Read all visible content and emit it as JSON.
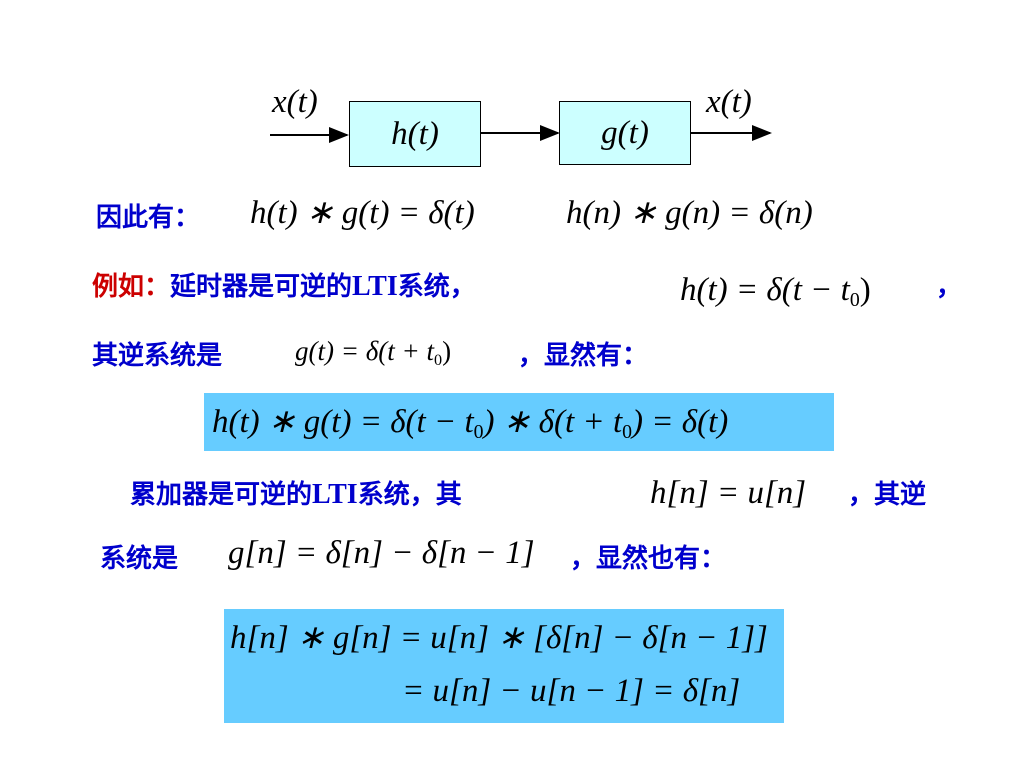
{
  "diagram": {
    "input_label": "x(t)",
    "output_label": "x(t)",
    "block1": "h(t)",
    "block2": "g(t)"
  },
  "line1": {
    "prefix": "因此有：",
    "eq1": "h(t) ∗ g(t) = δ(t)",
    "eq2": "h(n) ∗ g(n) = δ(n)"
  },
  "line2": {
    "example_label": "例如：",
    "text": "延时器是可逆的",
    "lti": "LTI",
    "text2": "系统，",
    "eq": "h(t) = δ(t − t",
    "sub": "0",
    "eq_end": ")",
    "comma": "，"
  },
  "line3": {
    "text": "其逆系统是",
    "eq": "g(t) = δ(t + t",
    "sub": "0",
    "eq_end": ")",
    "text2": "，显然有："
  },
  "box1": {
    "eq_a": "h(t) ∗ g(t) = δ(t − t",
    "sub1": "0",
    "eq_b": ") ∗ δ(t + t",
    "sub2": "0",
    "eq_c": ") = δ(t)"
  },
  "line4": {
    "text": "累加器是可逆的",
    "lti": "LTI",
    "text2": "系统，其",
    "eq": "h[n] = u[n]",
    "text3": "，其逆"
  },
  "line5": {
    "text": "系统是",
    "eq": "g[n] = δ[n] − δ[n − 1]",
    "text2": "，显然也有："
  },
  "box2": {
    "eq1": "h[n] ∗ g[n] = u[n] ∗ [δ[n] − δ[n − 1]]",
    "eq2": "= u[n] − u[n − 1] = δ[n]"
  }
}
